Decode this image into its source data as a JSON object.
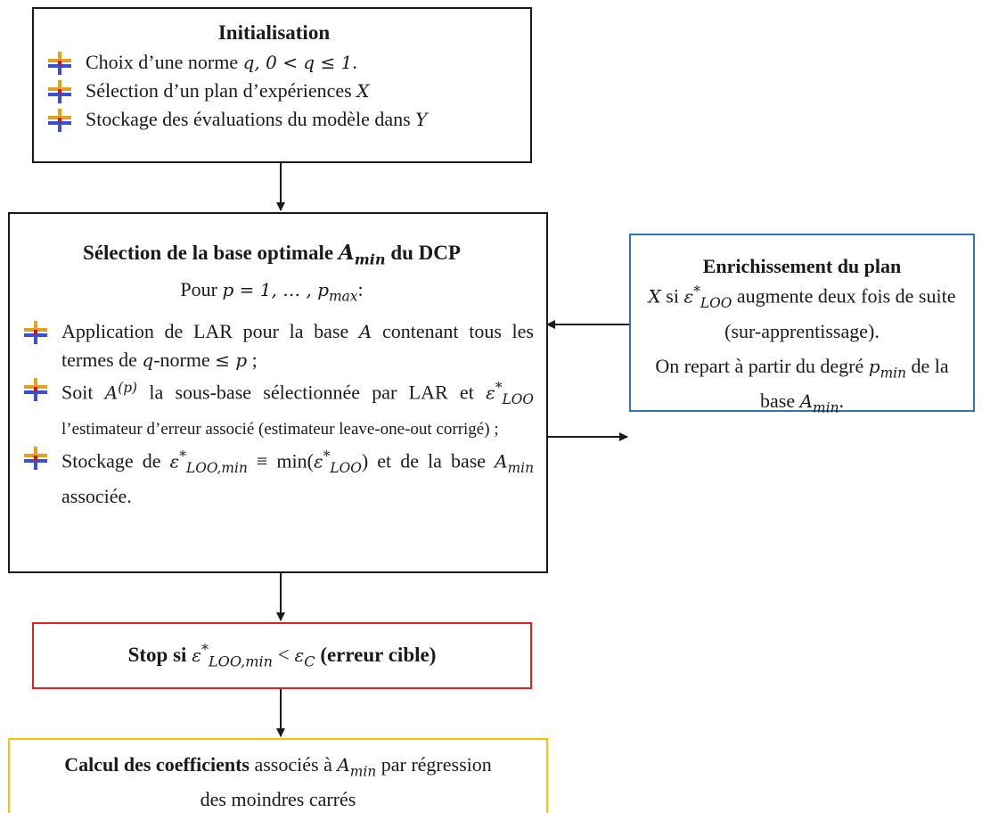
{
  "init": {
    "title": "Initialisation",
    "items": [
      {
        "pre": "Choix d’une norme ",
        "math": "q, 0 < q ≤ 1",
        "post": "."
      },
      {
        "pre": "Sélection d’un plan d’expériences ",
        "math": "X",
        "post": ""
      },
      {
        "pre": "Stockage des évaluations du modèle dans ",
        "math": "Y",
        "post": ""
      }
    ]
  },
  "selection": {
    "title_pre": "Sélection de la base optimale ",
    "title_math": "A",
    "title_math_sub": "min",
    "title_post": " du DCP",
    "loop_pre": "Pour ",
    "loop_math": "p = 1, … , p",
    "loop_sub": "max",
    "loop_post": ":",
    "item1_a": "Application de LAR pour la base ",
    "item1_b": "A",
    "item1_c": " contenant tous les termes de ",
    "item1_d": "q",
    "item1_e": "-norme ",
    "item1_f": "≤ p",
    "item1_g": " ;",
    "item2_a": "Soit ",
    "item2_b": "A",
    "item2_sup": "(p)",
    "item2_c": " la sous-base sélectionnée par LAR et ",
    "item2_d": "ε",
    "item2_sup2": "*",
    "item2_sub": "LOO",
    "item2_e": " l’estimateur d’erreur associé (estimateur leave-one-out corrigé) ;",
    "item3_a": "Stockage de ",
    "item3_b": "ε",
    "item3_sup": "*",
    "item3_sub": "LOO,min",
    "item3_c": " ≡ min(",
    "item3_d": "ε",
    "item3_sup2": "*",
    "item3_sub2": "LOO",
    "item3_e": ") et de la base ",
    "item3_f": "A",
    "item3_sub3": "min",
    "item3_g": " associée."
  },
  "stop": {
    "pre": "Stop si ",
    "eps": "ε",
    "sup": "*",
    "sub": "LOO,min",
    "mid": " < ",
    "eps2": "ε",
    "sub2": "C",
    "post": " (erreur cible)"
  },
  "enrich": {
    "title": "Enrichissement du plan",
    "l1_math": "X",
    "l1_a": " si ",
    "l1_eps": "ε",
    "l1_sup": "*",
    "l1_sub": "LOO",
    "l1_b": " augmente deux fois de suite (sur-apprentissage).",
    "l2_a": "On repart à partir du degré ",
    "l2_math": "p",
    "l2_sub": "min",
    "l2_b": " de la base ",
    "l2_math2": "A",
    "l2_sub2": "min",
    "l2_c": "."
  },
  "calc": {
    "bold": "Calcul des coefficients",
    "a": " associés à ",
    "math": "A",
    "sub": "min",
    "b": " par régression des moindres carrés"
  },
  "colors": {
    "black": "#1a1a1a",
    "red": "#e02020",
    "blue": "#2e75b6",
    "gold": "#ffc000"
  }
}
